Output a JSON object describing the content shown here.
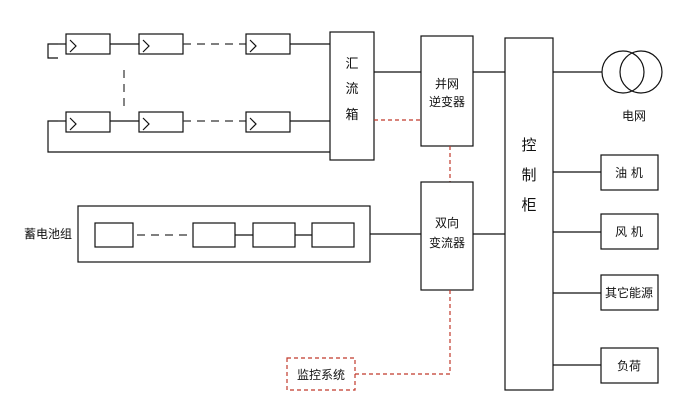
{
  "labels": {
    "combiner_box": [
      "汇",
      "流",
      "箱"
    ],
    "inverter": [
      "并网",
      "逆变器"
    ],
    "control_cabinet": [
      "控",
      "制",
      "柜"
    ],
    "grid": "电网",
    "bidirectional_converter": [
      "双向",
      "变流器"
    ],
    "battery_group": "蓄电池组",
    "diesel_generator": "油 机",
    "wind_turbine": "风 机",
    "other_energy": "其它能源",
    "load": "负荷",
    "monitoring_system": "监控系统"
  },
  "colors": {
    "line": "#111111",
    "comm_link": "#c0392b"
  }
}
